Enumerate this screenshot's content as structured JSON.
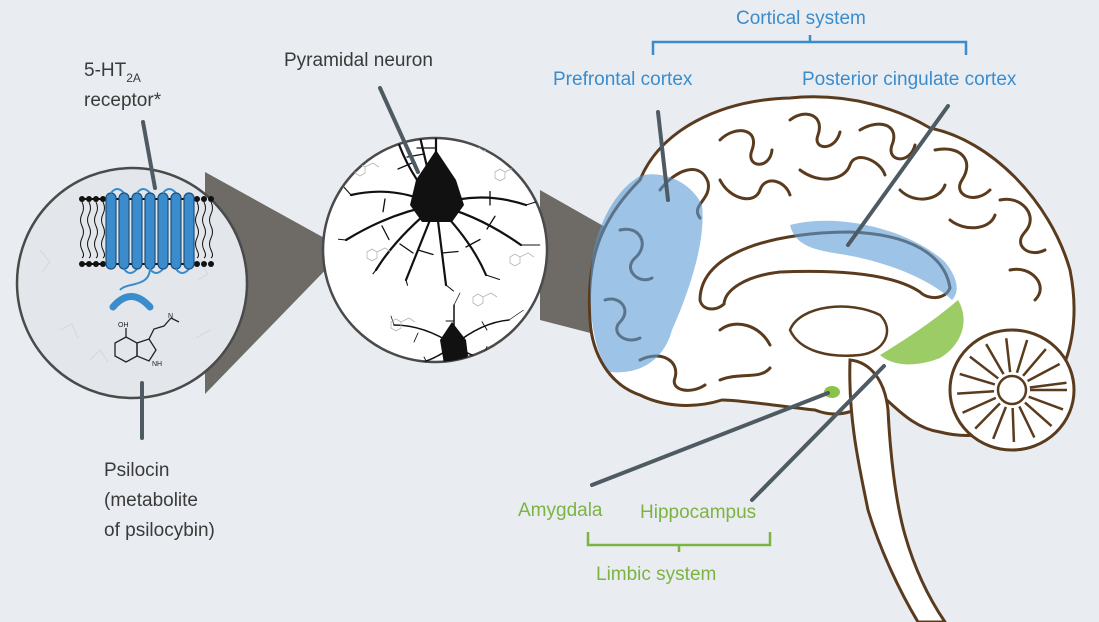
{
  "labels": {
    "receptor_main": "5-HT",
    "receptor_sub": "2A",
    "receptor_line2": "receptor*",
    "pyramidal": "Pyramidal neuron",
    "psilocin_1": "Psilocin",
    "psilocin_2": "(metabolite",
    "psilocin_3": "of psilocybin)",
    "cortical": "Cortical system",
    "prefrontal": "Prefrontal cortex",
    "posterior": "Posterior cingulate cortex",
    "amygdala": "Amygdala",
    "hippocampus": "Hippocampus",
    "limbic": "Limbic system"
  },
  "molecule_labels": {
    "oh": "OH",
    "n": "N",
    "nh": "NH"
  },
  "colors": {
    "background": "#e9edf1",
    "cortical_blue": "#3b8ccd",
    "region_blue": "#5b9bd5",
    "limbic_green": "#7cb342",
    "region_green": "#8bc34a",
    "pointer_line": "#4f5b63",
    "funnel_gray": "#6e6a66",
    "brain_outline": "#5a3b1e",
    "brain_fill": "#ffffff"
  }
}
